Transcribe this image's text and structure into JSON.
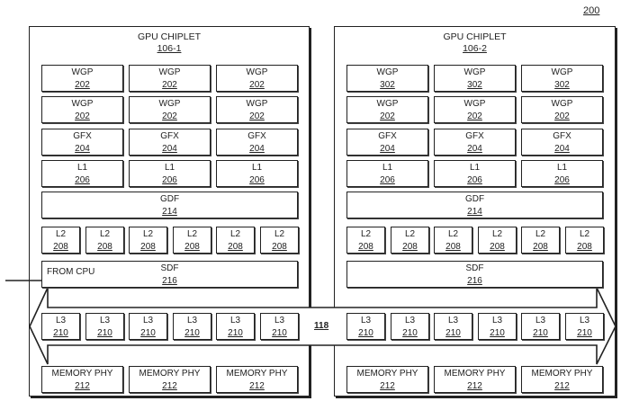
{
  "figure": {
    "number": "200"
  },
  "chiplets": [
    {
      "title": "GPU CHIPLET",
      "ref": "106-1",
      "wgp_row1": [
        {
          "label": "WGP",
          "ref": "202"
        },
        {
          "label": "WGP",
          "ref": "202"
        },
        {
          "label": "WGP",
          "ref": "202"
        }
      ],
      "wgp_row2": [
        {
          "label": "WGP",
          "ref": "202"
        },
        {
          "label": "WGP",
          "ref": "202"
        },
        {
          "label": "WGP",
          "ref": "202"
        }
      ],
      "gfx": [
        {
          "label": "GFX",
          "ref": "204"
        },
        {
          "label": "GFX",
          "ref": "204"
        },
        {
          "label": "GFX",
          "ref": "204"
        }
      ],
      "l1": [
        {
          "label": "L1",
          "ref": "206"
        },
        {
          "label": "L1",
          "ref": "206"
        },
        {
          "label": "L1",
          "ref": "206"
        }
      ],
      "gdf": {
        "label": "GDF",
        "ref": "214"
      },
      "l2": [
        {
          "label": "L2",
          "ref": "208"
        },
        {
          "label": "L2",
          "ref": "208"
        },
        {
          "label": "L2",
          "ref": "208"
        },
        {
          "label": "L2",
          "ref": "208"
        },
        {
          "label": "L2",
          "ref": "208"
        },
        {
          "label": "L2",
          "ref": "208"
        }
      ],
      "sdf": {
        "label": "SDF",
        "ref": "216"
      },
      "l3": [
        {
          "label": "L3",
          "ref": "210"
        },
        {
          "label": "L3",
          "ref": "210"
        },
        {
          "label": "L3",
          "ref": "210"
        },
        {
          "label": "L3",
          "ref": "210"
        },
        {
          "label": "L3",
          "ref": "210"
        },
        {
          "label": "L3",
          "ref": "210"
        }
      ],
      "memphy": [
        {
          "label": "MEMORY PHY",
          "ref": "212"
        },
        {
          "label": "MEMORY PHY",
          "ref": "212"
        },
        {
          "label": "MEMORY PHY",
          "ref": "212"
        }
      ]
    },
    {
      "title": "GPU CHIPLET",
      "ref": "106-2",
      "wgp_row1": [
        {
          "label": "WGP",
          "ref": "302"
        },
        {
          "label": "WGP",
          "ref": "302"
        },
        {
          "label": "WGP",
          "ref": "302"
        }
      ],
      "wgp_row2": [
        {
          "label": "WGP",
          "ref": "202"
        },
        {
          "label": "WGP",
          "ref": "202"
        },
        {
          "label": "WGP",
          "ref": "202"
        }
      ],
      "gfx": [
        {
          "label": "GFX",
          "ref": "204"
        },
        {
          "label": "GFX",
          "ref": "204"
        },
        {
          "label": "GFX",
          "ref": "204"
        }
      ],
      "l1": [
        {
          "label": "L1",
          "ref": "206"
        },
        {
          "label": "L1",
          "ref": "206"
        },
        {
          "label": "L1",
          "ref": "206"
        }
      ],
      "gdf": {
        "label": "GDF",
        "ref": "214"
      },
      "l2": [
        {
          "label": "L2",
          "ref": "208"
        },
        {
          "label": "L2",
          "ref": "208"
        },
        {
          "label": "L2",
          "ref": "208"
        },
        {
          "label": "L2",
          "ref": "208"
        },
        {
          "label": "L2",
          "ref": "208"
        },
        {
          "label": "L2",
          "ref": "208"
        }
      ],
      "sdf": {
        "label": "SDF",
        "ref": "216"
      },
      "l3": [
        {
          "label": "L3",
          "ref": "210"
        },
        {
          "label": "L3",
          "ref": "210"
        },
        {
          "label": "L3",
          "ref": "210"
        },
        {
          "label": "L3",
          "ref": "210"
        },
        {
          "label": "L3",
          "ref": "210"
        },
        {
          "label": "L3",
          "ref": "210"
        }
      ],
      "memphy": [
        {
          "label": "MEMORY PHY",
          "ref": "212"
        },
        {
          "label": "MEMORY PHY",
          "ref": "212"
        },
        {
          "label": "MEMORY PHY",
          "ref": "212"
        }
      ]
    }
  ],
  "from_cpu": {
    "label": "FROM CPU"
  },
  "bridge": {
    "ref": "118"
  }
}
